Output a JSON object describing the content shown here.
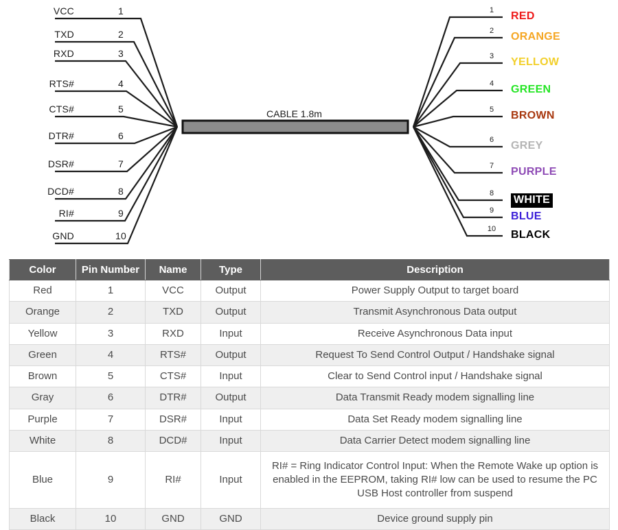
{
  "diagram": {
    "cable_caption": "CABLE 1.8m",
    "left_pins": [
      {
        "name": "VCC",
        "number": "1"
      },
      {
        "name": "TXD",
        "number": "2"
      },
      {
        "name": "RXD",
        "number": "3"
      },
      {
        "name": "RTS#",
        "number": "4"
      },
      {
        "name": "CTS#",
        "number": "5"
      },
      {
        "name": "DTR#",
        "number": "6"
      },
      {
        "name": "DSR#",
        "number": "7"
      },
      {
        "name": "DCD#",
        "number": "8"
      },
      {
        "name": "RI#",
        "number": "9"
      },
      {
        "name": "GND",
        "number": "10"
      }
    ],
    "right_pins": [
      {
        "number": "1",
        "label": "RED",
        "color": "#ee1b1b",
        "boxed": false
      },
      {
        "number": "2",
        "label": "ORANGE",
        "color": "#f5a623",
        "boxed": false
      },
      {
        "number": "3",
        "label": "YELLOW",
        "color": "#f2cf2a",
        "boxed": false
      },
      {
        "number": "4",
        "label": "GREEN",
        "color": "#25e525",
        "boxed": false
      },
      {
        "number": "5",
        "label": "BROWN",
        "color": "#a8380f",
        "boxed": false
      },
      {
        "number": "6",
        "label": "GREY",
        "color": "#b4b4b4",
        "boxed": false
      },
      {
        "number": "7",
        "label": "PURPLE",
        "color": "#8e4bb5",
        "boxed": false
      },
      {
        "number": "8",
        "label": "WHITE",
        "color": "#ffffff",
        "boxed": true
      },
      {
        "number": "9",
        "label": "BLUE",
        "color": "#3b1fd8",
        "boxed": false
      },
      {
        "number": "10",
        "label": "BLACK",
        "color": "#000000",
        "boxed": false
      }
    ]
  },
  "table": {
    "headers": [
      "Color",
      "Pin Number",
      "Name",
      "Type",
      "Description"
    ],
    "rows": [
      {
        "color": "Red",
        "pin": "1",
        "name": "VCC",
        "type": "Output",
        "description": "Power Supply Output to target board"
      },
      {
        "color": "Orange",
        "pin": "2",
        "name": "TXD",
        "type": "Output",
        "description": "Transmit Asynchronous Data output"
      },
      {
        "color": "Yellow",
        "pin": "3",
        "name": "RXD",
        "type": "Input",
        "description": "Receive Asynchronous Data input"
      },
      {
        "color": "Green",
        "pin": "4",
        "name": "RTS#",
        "type": "Output",
        "description": "Request To Send Control Output / Handshake signal"
      },
      {
        "color": "Brown",
        "pin": "5",
        "name": "CTS#",
        "type": "Input",
        "description": "Clear to Send Control input / Handshake signal"
      },
      {
        "color": "Gray",
        "pin": "6",
        "name": "DTR#",
        "type": "Output",
        "description": "Data Transmit Ready modem signalling line"
      },
      {
        "color": "Purple",
        "pin": "7",
        "name": "DSR#",
        "type": "Input",
        "description": "Data Set Ready modem signalling line"
      },
      {
        "color": "White",
        "pin": "8",
        "name": "DCD#",
        "type": "Input",
        "description": "Data Carrier Detect modem signalling line"
      },
      {
        "color": "Blue",
        "pin": "9",
        "name": "RI#",
        "type": "Input",
        "description": "RI# = Ring Indicator Control Input: When the Remote Wake up option is enabled in the EEPROM, taking RI# low can be used to resume the PC USB Host controller from suspend"
      },
      {
        "color": "Black",
        "pin": "10",
        "name": "GND",
        "type": "GND",
        "description": "Device ground supply pin"
      }
    ]
  }
}
